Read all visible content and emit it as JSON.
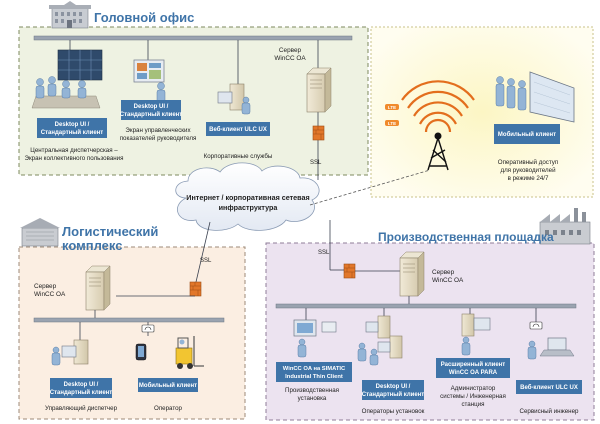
{
  "zones": {
    "head_office": {
      "title": "Головной офис"
    },
    "logistics": {
      "title_line1": "Логистический",
      "title_line2": "комплекс"
    },
    "production": {
      "title": "Производственная площадка"
    }
  },
  "cloud": {
    "line1": "Интернет / корпоративная сетевая",
    "line2": "инфраструктура"
  },
  "ssl_label": "SSL",
  "servers": {
    "head": {
      "line1": "Сервер",
      "line2": "WinCC OA"
    },
    "logistics": {
      "line1": "Сервер",
      "line2": "WinCC OA"
    },
    "production": {
      "line1": "Сервер",
      "line2": "WinCC OA"
    }
  },
  "antenna": {
    "label_a": "LTE",
    "label_b": "LTE"
  },
  "head_office": {
    "client1": {
      "line1": "Desktop UI /",
      "line2": "Стандартный клиент",
      "cap1": "Центральная диспетчерская –",
      "cap2": "Экран коллективного пользования"
    },
    "client2": {
      "line1": "Desktop UI /",
      "line2": "Стандартный клиент",
      "cap1": "Экран управленческих",
      "cap2": "показателей руководителя"
    },
    "client3": {
      "line1": "Веб-клиент ULC UX",
      "cap1": "Корпоративные службы"
    }
  },
  "mobile_exec": {
    "label": "Мобильный клиент",
    "cap1": "Оперативный доступ",
    "cap2": "для руководителей",
    "cap3": "в режиме 24/7"
  },
  "logistics": {
    "client1": {
      "line1": "Desktop UI /",
      "line2": "Стандартный клиент",
      "cap1": "Управляющий диспетчер"
    },
    "client2": {
      "line1": "Мобильный клиент",
      "cap1": "Оператор"
    }
  },
  "production": {
    "client1": {
      "line1": "WinCC OA на SIMATIC",
      "line2": "Industrial Thin Client",
      "cap1": "Производственная",
      "cap2": "установка"
    },
    "client2": {
      "line1": "Desktop UI /",
      "line2": "Стандартный клиент",
      "cap1": "Операторы установок"
    },
    "client3": {
      "line1": "Расширенный клиент",
      "line2": "WinCC OA PARA",
      "cap1": "Администратор",
      "cap2": "системы / Инженерная",
      "cap3": "станция"
    },
    "client4": {
      "line1": "Веб-клиент ULC UX",
      "cap1": "Сервисный инженер"
    }
  },
  "colors": {
    "blue_label": "#3f74a8",
    "zone_title": "#3f74a8",
    "head_zone": "#eef2e2",
    "logistics_zone": "#fbeee2",
    "production_zone": "#ece3f0",
    "mobile_zone": "#fdf9d8",
    "firewall": "#e2772a"
  }
}
